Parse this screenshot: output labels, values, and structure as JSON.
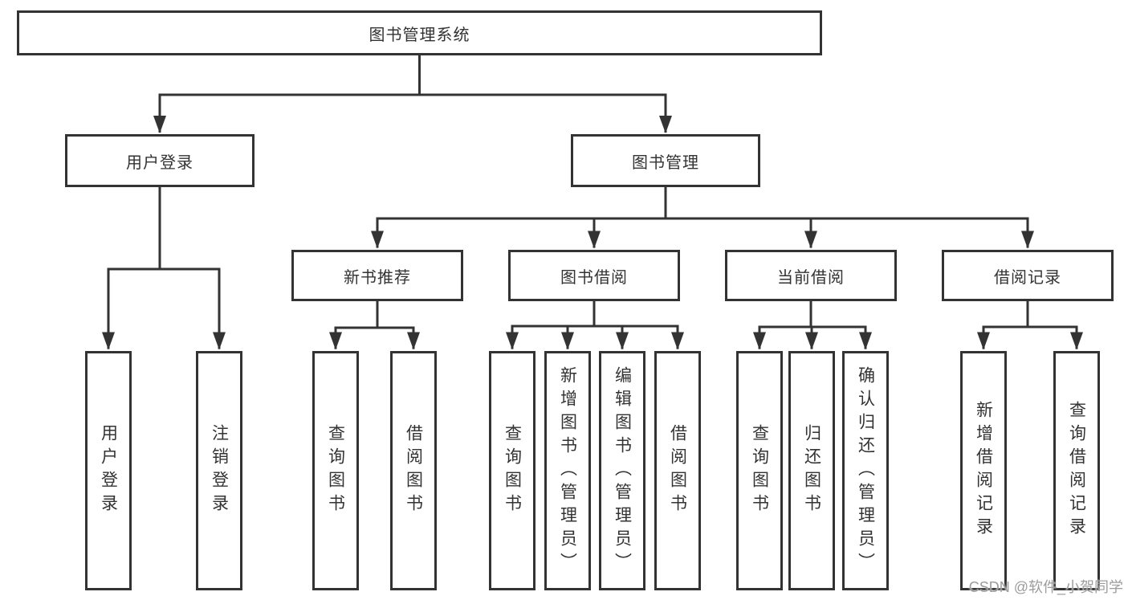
{
  "tree": {
    "label": "图书管理系统",
    "children": [
      {
        "label": "用户登录",
        "children": [
          {
            "label": "用户登录"
          },
          {
            "label": "注销登录"
          }
        ]
      },
      {
        "label": "图书管理",
        "children": [
          {
            "label": "新书推荐",
            "children": [
              {
                "label": "查询图书"
              },
              {
                "label": "借阅图书"
              }
            ]
          },
          {
            "label": "图书借阅",
            "children": [
              {
                "label": "查询图书"
              },
              {
                "label": "新增图书（管理员）"
              },
              {
                "label": "编辑图书（管理员）"
              },
              {
                "label": "借阅图书"
              }
            ]
          },
          {
            "label": "当前借阅",
            "children": [
              {
                "label": "查询图书"
              },
              {
                "label": "归还图书"
              },
              {
                "label": "确认归还（管理员）"
              }
            ]
          },
          {
            "label": "借阅记录",
            "children": [
              {
                "label": "新增借阅记录"
              },
              {
                "label": "查询借阅记录"
              }
            ]
          }
        ]
      }
    ]
  },
  "watermark": {
    "text": "CSDN @软件_小贺同学"
  },
  "colors": {
    "line": "#333333",
    "text": "#333333",
    "background": "#ffffff",
    "watermark": "#9c9c9c"
  }
}
